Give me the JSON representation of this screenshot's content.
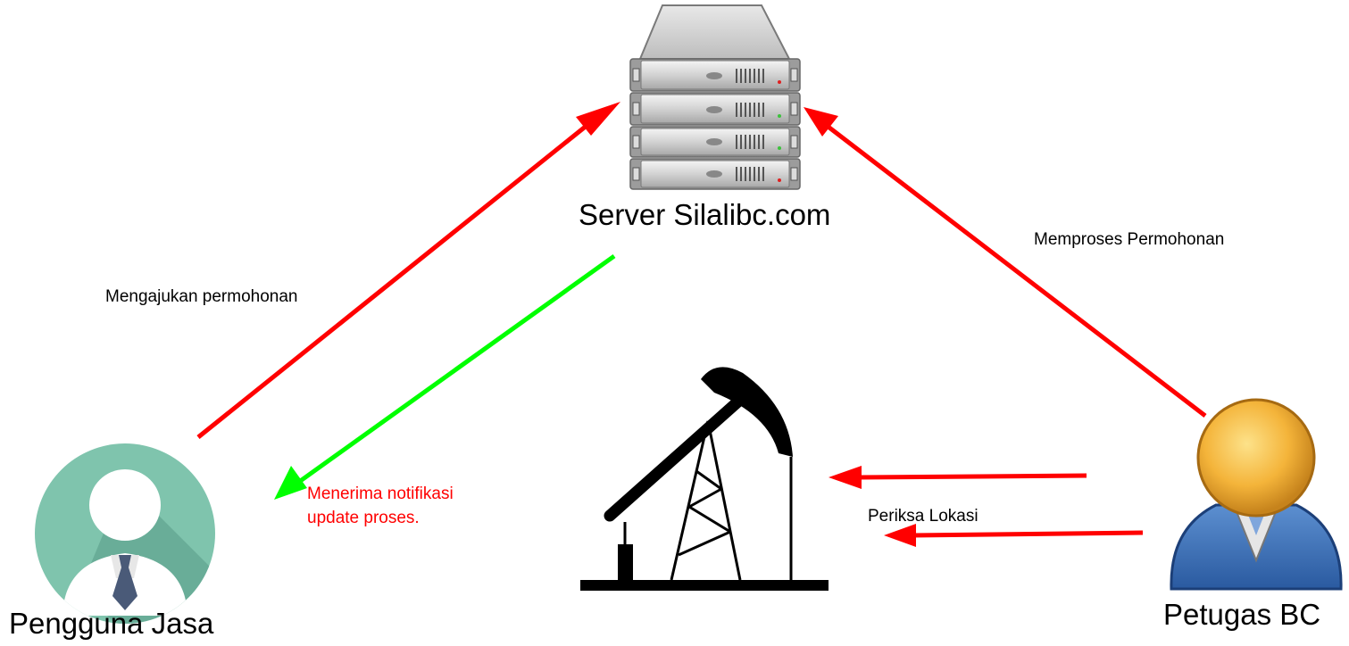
{
  "nodes": {
    "server": {
      "label": "Server Silalibc.com",
      "icon": "server-rack-icon"
    },
    "pengguna": {
      "label": "Pengguna Jasa",
      "icon": "user-avatar-icon"
    },
    "petugas": {
      "label": "Petugas BC",
      "icon": "officer-user-icon"
    },
    "lokasi": {
      "icon": "oil-pump-icon"
    }
  },
  "edges": {
    "mengajukan": {
      "label": "Mengajukan permohonan",
      "color": "#ff0000"
    },
    "memproses": {
      "label": "Memproses Permohonan",
      "color": "#ff0000"
    },
    "menerima": {
      "line1": "Menerima notifikasi",
      "line2": "update proses.",
      "color": "#00ff00",
      "text_color": "#ff0000"
    },
    "periksa": {
      "label": "Periksa Lokasi",
      "color": "#ff0000"
    }
  }
}
